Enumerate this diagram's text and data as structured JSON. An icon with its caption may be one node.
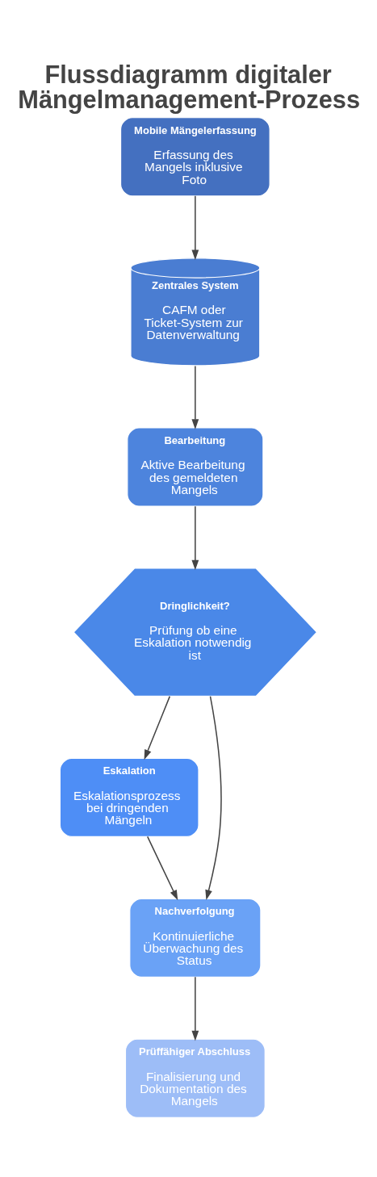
{
  "diagram": {
    "title": "Flussdiagramm digitaler Mängelmanagement-Prozess",
    "nodes": [
      {
        "text": [
          "Mobile Mängelerfassung",
          "Erfassung des Mangels inklusive Foto"
        ]
      },
      {
        "text": [
          "Zentrales System",
          "CAFM oder Ticket-System zur Datenverwaltung"
        ]
      },
      {
        "text": [
          "Bearbeitung",
          "Aktive Bearbeitung des gemeldeten Mangels"
        ]
      },
      {
        "text": [
          "Dringlichkeit?",
          "Prüfung ob eine Eskalation notwendig ist"
        ]
      },
      {
        "text": [
          "Eskalation",
          "Eskalationsprozess bei dringenden Mängeln"
        ]
      },
      {
        "text": [
          "Nachverfolgung",
          "Kontinuierliche Überwachung des Status"
        ]
      },
      {
        "text": [
          "Prüffähiger Abschluss",
          "Finalisierung und Dokumentation des Mangels"
        ]
      }
    ],
    "edges": [
      {
        "from": 0,
        "to": 1,
        "arrow": "to"
      },
      {
        "from": 1,
        "to": 2,
        "arrow": "to"
      },
      {
        "from": 2,
        "to": 3,
        "arrow": "to"
      },
      {
        "from": 3,
        "to": 4,
        "arrow": "to"
      },
      {
        "from": 3,
        "to": 5,
        "arrow": "to"
      },
      {
        "from": 4,
        "to": 5,
        "arrow": "to"
      },
      {
        "from": 5,
        "to": 6,
        "arrow": "to"
      }
    ]
  }
}
